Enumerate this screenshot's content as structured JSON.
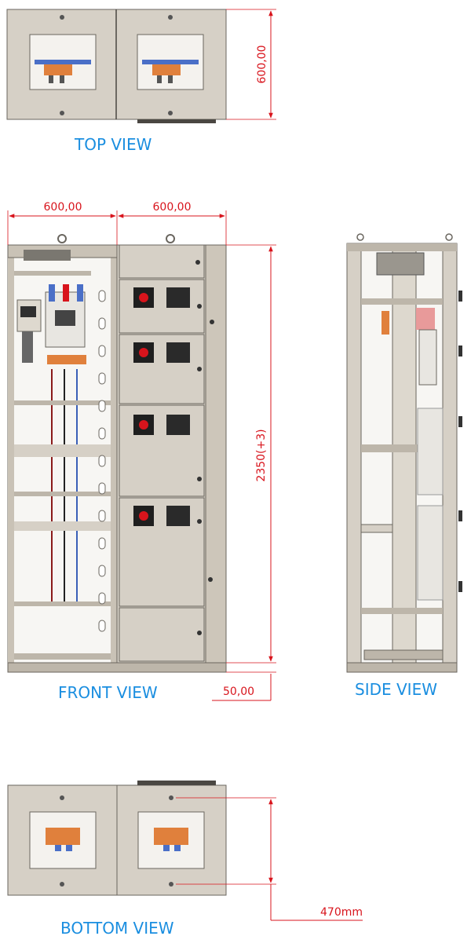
{
  "views": {
    "top": "TOP VIEW",
    "front": "FRONT VIEW",
    "side": "SIDE VIEW",
    "bottom": "BOTTOM VIEW"
  },
  "dimensions": {
    "top_depth": "600,00",
    "front_width_left": "600,00",
    "front_width_right": "600,00",
    "front_height": "2350(+3)",
    "plinth": "50,00",
    "bottom_hole_spacing": "470mm"
  },
  "colors": {
    "dimension": "#d8141c",
    "label": "#1a8ee0",
    "panel": "#d6d0c6",
    "panel_dark": "#bdb6aa",
    "copper": "#e0803c"
  },
  "front": {
    "drawer_count": 4
  }
}
